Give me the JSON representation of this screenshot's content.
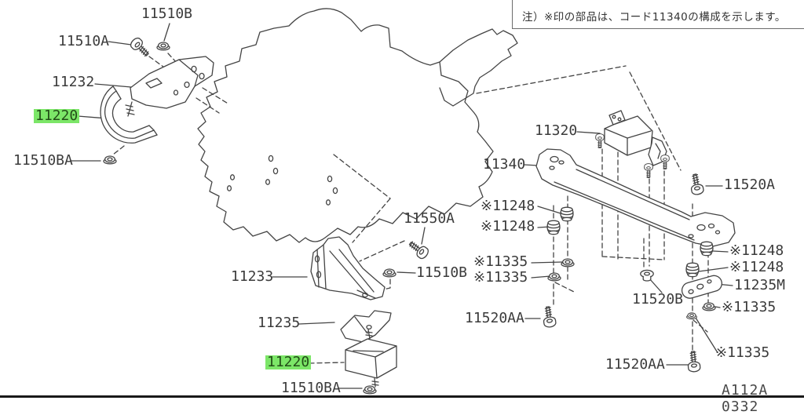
{
  "note": {
    "text": "注）※印の部品は、コード11340の構成を示します。"
  },
  "diagram_code": "A112A 0332",
  "colors": {
    "highlight": "#7ce668",
    "line": "#434343",
    "text": "#3b3b3b"
  },
  "labels": [
    {
      "id": "11510B-1",
      "text": "11510B",
      "highlighted": false
    },
    {
      "id": "11510A",
      "text": "11510A",
      "highlighted": false
    },
    {
      "id": "11232",
      "text": "11232",
      "highlighted": false
    },
    {
      "id": "11220-1",
      "text": "11220",
      "highlighted": true
    },
    {
      "id": "11510BA-1",
      "text": "11510BA",
      "highlighted": false
    },
    {
      "id": "11550A",
      "text": "11550A",
      "highlighted": false
    },
    {
      "id": "11233",
      "text": "11233",
      "highlighted": false
    },
    {
      "id": "11510B-2",
      "text": "11510B",
      "highlighted": false
    },
    {
      "id": "11235",
      "text": "11235",
      "highlighted": false
    },
    {
      "id": "11220-2",
      "text": "11220",
      "highlighted": true
    },
    {
      "id": "11510BA-2",
      "text": "11510BA",
      "highlighted": false
    },
    {
      "id": "11320",
      "text": "11320",
      "highlighted": false
    },
    {
      "id": "11340",
      "text": "11340",
      "highlighted": false
    },
    {
      "id": "11520A",
      "text": "11520A",
      "highlighted": false
    },
    {
      "id": "11248-L1",
      "text": "※11248",
      "highlighted": false
    },
    {
      "id": "11248-L2",
      "text": "※11248",
      "highlighted": false
    },
    {
      "id": "11335-L1",
      "text": "※11335",
      "highlighted": false
    },
    {
      "id": "11335-L2",
      "text": "※11335",
      "highlighted": false
    },
    {
      "id": "11520AA-1",
      "text": "11520AA",
      "highlighted": false
    },
    {
      "id": "11520B",
      "text": "11520B",
      "highlighted": false
    },
    {
      "id": "11248-R1",
      "text": "※11248",
      "highlighted": false
    },
    {
      "id": "11248-R2",
      "text": "※11248",
      "highlighted": false
    },
    {
      "id": "11235M",
      "text": "11235M",
      "highlighted": false
    },
    {
      "id": "11335-R1",
      "text": "※11335",
      "highlighted": false
    },
    {
      "id": "11335-R2",
      "text": "※11335",
      "highlighted": false
    },
    {
      "id": "11520AA-2",
      "text": "11520AA",
      "highlighted": false
    }
  ]
}
